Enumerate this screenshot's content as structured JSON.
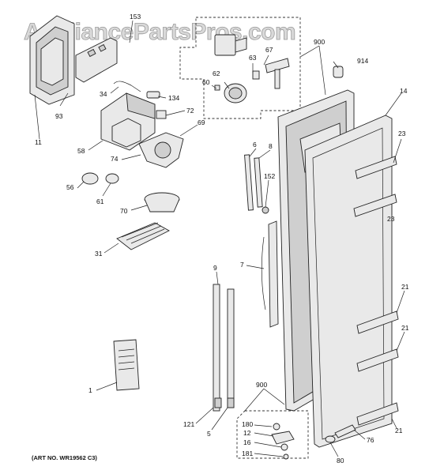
{
  "watermark": "AppliancePartsPros.com",
  "art_number": "(ART NO. WR19562 C3)",
  "callouts": [
    "153",
    "900",
    "67",
    "63",
    "914",
    "62",
    "60",
    "93",
    "134",
    "34",
    "72",
    "69",
    "14",
    "11",
    "58",
    "74",
    "6",
    "8",
    "23",
    "56",
    "152",
    "61",
    "70",
    "23",
    "31",
    "7",
    "9",
    "21",
    "21",
    "1",
    "900",
    "121",
    "180",
    "12",
    "16",
    "181",
    "5",
    "76",
    "80",
    "21"
  ]
}
